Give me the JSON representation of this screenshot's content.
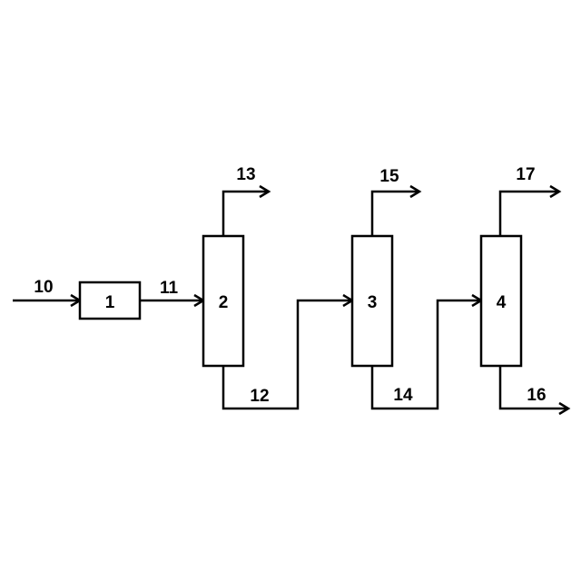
{
  "units": {
    "u1": "1",
    "u2": "2",
    "u3": "3",
    "u4": "4"
  },
  "streams": {
    "s10": "10",
    "s11": "11",
    "s12": "12",
    "s13": "13",
    "s14": "14",
    "s15": "15",
    "s16": "16",
    "s17": "17"
  },
  "colors": {
    "line": "#000000",
    "background": "#ffffff"
  }
}
